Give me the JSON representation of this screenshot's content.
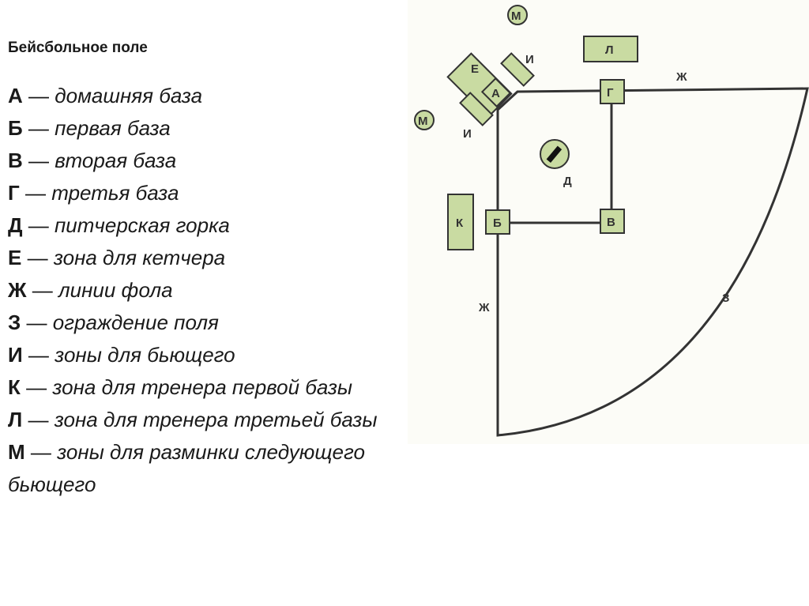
{
  "title": "Бейсбольное поле",
  "legend": [
    {
      "key": "А",
      "desc": "домашняя база"
    },
    {
      "key": "Б",
      "desc": "первая база"
    },
    {
      "key": "В",
      "desc": "вторая база"
    },
    {
      "key": "Г",
      "desc": "третья база"
    },
    {
      "key": "Д",
      "desc": "питчерская горка"
    },
    {
      "key": "Е",
      "desc": "зона для кетчера"
    },
    {
      "key": "Ж",
      "desc": "линии фола"
    },
    {
      "key": "З",
      "desc": "ограждение поля"
    },
    {
      "key": "И",
      "desc": "зоны для бьющего"
    },
    {
      "key": "К",
      "desc": "зона для тренера первой базы"
    },
    {
      "key": "Л",
      "desc": "зона для тренера третьей базы"
    },
    {
      "key": "М",
      "desc": "зоны для разминки следующего бьющего"
    }
  ],
  "dash": "—",
  "diagram": {
    "labels": {
      "home": "А",
      "first": "Б",
      "second": "В",
      "third": "Г",
      "mound": "Д",
      "catcher": "Е",
      "foul_top": "Ж",
      "foul_left": "Ж",
      "fence": "З",
      "batter_1": "И",
      "batter_2": "И",
      "coach_first": "К",
      "coach_third": "Л",
      "ondeck_1": "М",
      "ondeck_2": "М"
    },
    "colors": {
      "zone": "#c9dba2",
      "line": "#333333",
      "panel": "#fcfcf7"
    }
  }
}
